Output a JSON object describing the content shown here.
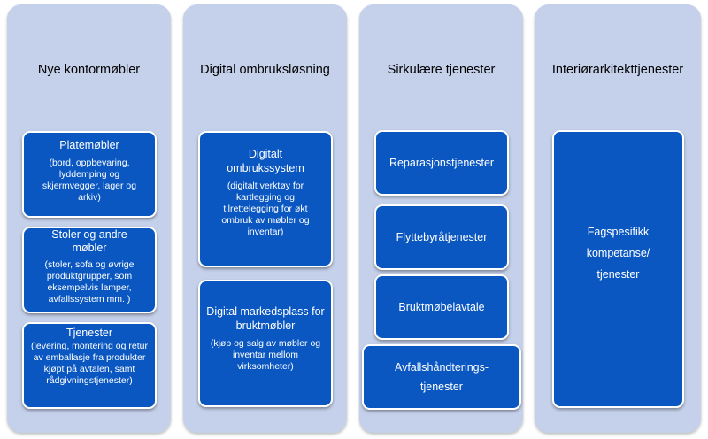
{
  "columns": [
    {
      "title": "Nye kontormøbler",
      "boxes": [
        {
          "title": "Platemøbler",
          "desc": "(bord, oppbevaring, lyddemping og skjermvegger, lager og arkiv)"
        },
        {
          "title": "Stoler og andre møbler",
          "desc": "(stoler, sofa og øvrige produktgrupper, som eksempelvis lamper, avfallssystem mm. )"
        },
        {
          "title": "Tjenester",
          "desc": "(levering, montering og retur av emballasje fra produkter kjøpt på avtalen, samt rådgivningstjenester)"
        }
      ]
    },
    {
      "title": "Digital ombruksløsning",
      "boxes": [
        {
          "title": "Digitalt ombrukssystem",
          "desc": "(digitalt verktøy for kartlegging og tilrettelegging for økt ombruk av møbler og inventar)"
        },
        {
          "title": "Digital markedsplass for bruktmøbler",
          "desc": "(kjøp og salg av møbler og inventar mellom virksomheter)"
        }
      ]
    },
    {
      "title": "Sirkulære tjenester",
      "boxes": [
        {
          "title": "Reparasjonstjenester"
        },
        {
          "title": "Flyttebyråtjenester"
        },
        {
          "title": "Bruktmøbelavtale"
        },
        {
          "title": "Avfallshåndterings-tjenester"
        }
      ]
    },
    {
      "title": "Interiørarkitekttjenester",
      "boxes": [
        {
          "title": "Fagspesifikk kompetanse/ tjenester"
        }
      ]
    }
  ]
}
